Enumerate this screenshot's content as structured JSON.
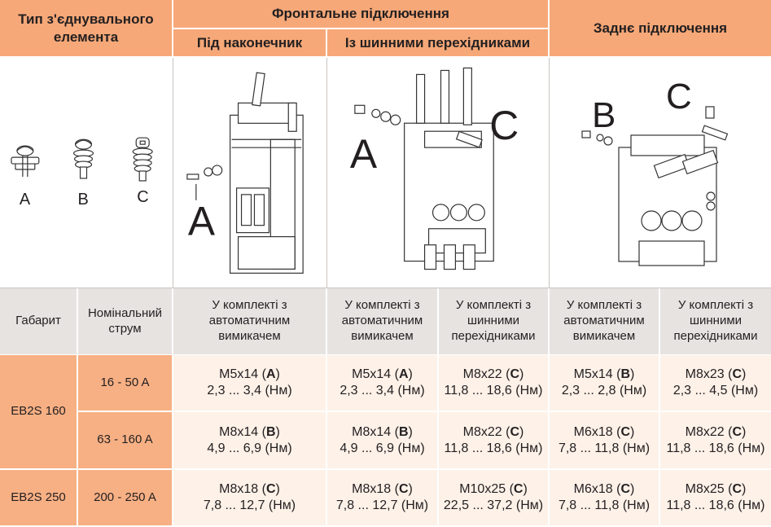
{
  "header": {
    "type_label": "Тип з'єднувального елемента",
    "front": "Фронтальне підключення",
    "front_lug": "Під наконечник",
    "front_bus": "Із шинними перехідниками",
    "rear": "Заднє підключення"
  },
  "image_labels": {
    "a": "A",
    "b": "B",
    "c": "C"
  },
  "subheader": {
    "size": "Габарит",
    "current": "Номінальний струм",
    "kit_breaker": "У комплекті з автоматичним вимикачем",
    "kit_bus": "У комплекті з шинними перехідниками"
  },
  "rows": [
    {
      "size": "EB2S 160",
      "current": "16 - 50 A",
      "cells": [
        {
          "bolt": "M5x14",
          "code": "A",
          "torque": "2,3 ... 3,4 (Нм)"
        },
        {
          "bolt": "M5x14",
          "code": "A",
          "torque": "2,3 ... 3,4 (Нм)"
        },
        {
          "bolt": "M8x22",
          "code": "C",
          "torque": "11,8 ... 18,6 (Нм)"
        },
        {
          "bolt": "M5x14",
          "code": "B",
          "torque": "2,3 ... 2,8 (Нм)"
        },
        {
          "bolt": "M8x23",
          "code": "C",
          "torque": "2,3 ... 4,5 (Нм)"
        }
      ]
    },
    {
      "size": "",
      "current": "63 - 160 A",
      "cells": [
        {
          "bolt": "M8x14",
          "code": "B",
          "torque": "4,9 ... 6,9 (Нм)"
        },
        {
          "bolt": "M8x14",
          "code": "B",
          "torque": "4,9 ... 6,9 (Нм)"
        },
        {
          "bolt": "M8x22",
          "code": "C",
          "torque": "11,8 ... 18,6 (Нм)"
        },
        {
          "bolt": "M6x18",
          "code": "C",
          "torque": "7,8 ... 11,8 (Нм)"
        },
        {
          "bolt": "M8x22",
          "code": "C",
          "torque": "11,8 ... 18,6 (Нм)"
        }
      ]
    },
    {
      "size": "EB2S 250",
      "current": "200 - 250 A",
      "cells": [
        {
          "bolt": "M8x18",
          "code": "C",
          "torque": "7,8 ... 12,7 (Нм)"
        },
        {
          "bolt": "M8x18",
          "code": "C",
          "torque": "7,8 ... 12,7 (Нм)"
        },
        {
          "bolt": "M10x25",
          "code": "C",
          "torque": "22,5 ... 37,2 (Нм)"
        },
        {
          "bolt": "M6x18",
          "code": "C",
          "torque": "7,8 ... 11,8 (Нм)"
        },
        {
          "bolt": "M8x25",
          "code": "C",
          "torque": "11,8 ... 18,6 (Нм)"
        }
      ]
    }
  ],
  "colors": {
    "header_orange": "#f6a878",
    "row_label_orange": "#f7b084",
    "value_bg": "#fdf1e8",
    "subheader_gray": "#e6e3e1"
  }
}
